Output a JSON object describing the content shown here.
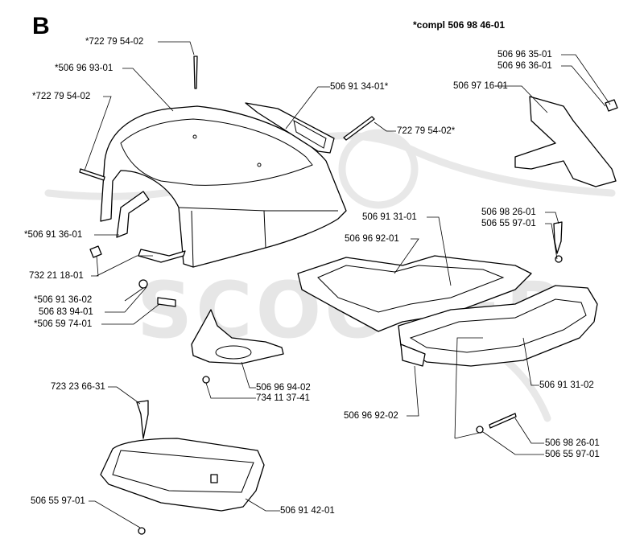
{
  "section_letter": "B",
  "kit_label": "*compl 506 98 46-01",
  "watermark": {
    "text": "SCOOTER"
  },
  "colors": {
    "line": "#000000",
    "background": "#ffffff",
    "watermark": "#e6e6e6"
  },
  "parts": [
    {
      "part_number": "*722 79 54-02"
    },
    {
      "part_number": "*506 96 93-01"
    },
    {
      "part_number": "506 91 34-01*"
    },
    {
      "part_number": "*722 79 54-02"
    },
    {
      "part_number": "722 79 54-02*"
    },
    {
      "part_number": "*506 91 36-01"
    },
    {
      "part_number": "732 21 18-01"
    },
    {
      "part_number": "*506 91 36-02"
    },
    {
      "part_number": "506 83 94-01"
    },
    {
      "part_number": "*506 59 74-01"
    },
    {
      "part_number": "506 96 35-01"
    },
    {
      "part_number": "506 96 36-01"
    },
    {
      "part_number": "506 97 16-01"
    },
    {
      "part_number": "506 98 26-01"
    },
    {
      "part_number": "506 55 97-01"
    },
    {
      "part_number": "506 91 31-01"
    },
    {
      "part_number": "506 96 92-01"
    },
    {
      "part_number": "506 96 94-02"
    },
    {
      "part_number": "734 11 37-41"
    },
    {
      "part_number": "506 91 31-02"
    },
    {
      "part_number": "723 23 66-31"
    },
    {
      "part_number": "506 96 92-02"
    },
    {
      "part_number": "506 98 26-01"
    },
    {
      "part_number": "506 55 97-01"
    },
    {
      "part_number": "506 55 97-01"
    },
    {
      "part_number": "506 91 42-01"
    }
  ]
}
